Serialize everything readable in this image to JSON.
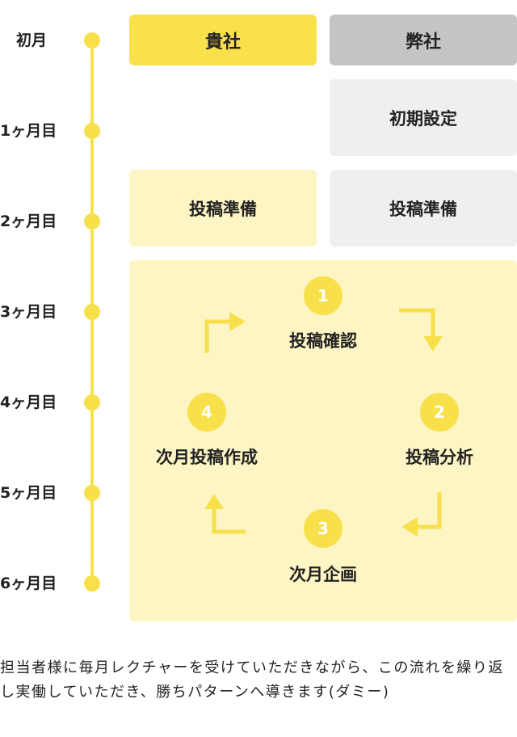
{
  "timeline": {
    "labels": [
      "初月",
      "1ヶ月目",
      "2ヶ月目",
      "3ヶ月目",
      "4ヶ月目",
      "5ヶ月目",
      "6ヶ月目"
    ]
  },
  "headers": {
    "client": "貴社",
    "us": "弊社"
  },
  "schedule": {
    "initial_setup": "初期設定",
    "client_prep": "投稿準備",
    "us_prep": "投稿準備"
  },
  "cycle": {
    "steps": [
      {
        "number": "1",
        "label": "投稿確認"
      },
      {
        "number": "2",
        "label": "投稿分析"
      },
      {
        "number": "3",
        "label": "次月企画"
      },
      {
        "number": "4",
        "label": "次月投稿作成"
      }
    ]
  },
  "description": "担当者様に毎月レクチャーを受けていただきながら、この流れを繰り返し実働していただき、勝ちパターンへ導きます(ダミー)",
  "colors": {
    "accent_yellow": "#f8e04a",
    "light_yellow": "#fdf5c4",
    "header_gray": "#c4c4c4",
    "light_gray": "#efefef"
  }
}
